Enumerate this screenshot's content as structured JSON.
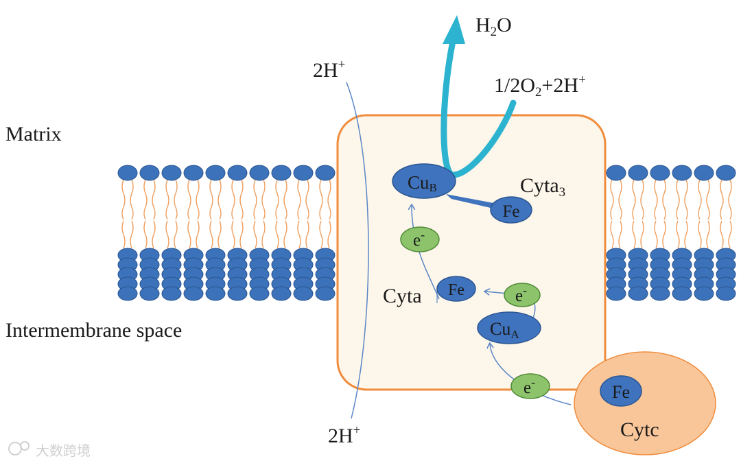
{
  "labels": {
    "matrix": "Matrix",
    "intermembrane": "Intermembrane space",
    "h2o_main": "H",
    "h2o_sub": "2",
    "h2o_tail": "O",
    "o2_a": "1/2O",
    "o2_sub": "2",
    "o2_b": "+2H",
    "o2_sup": "+",
    "h_top_main": "2H",
    "h_top_sup": "+",
    "h_bot_main": "2H",
    "h_bot_sup": "+",
    "cyta3_main": "Cyta",
    "cyta3_sub": "3",
    "cyta": "Cyta",
    "cytc": "Cytc"
  },
  "nodes": {
    "cub_main": "Cu",
    "cub_sub": "B",
    "fe_a3": "Fe",
    "fe_a": "Fe",
    "cua_main": "Cu",
    "cua_sub": "A",
    "fe_c": "Fe",
    "electron": "e",
    "electron_sup": "-"
  },
  "watermark": "大数跨境",
  "colors": {
    "lipid_head": "#3b72b9",
    "lipid_tail": "#f0a060",
    "complex_border": "#f08c3c",
    "complex_fill": "#fdf6ea",
    "node_blue": "#3f73bd",
    "node_green": "#8cc36b",
    "water_arrow": "#2cb3cf",
    "thin_arrow": "#5a86c6",
    "cytc_fill": "#f9c69a"
  }
}
